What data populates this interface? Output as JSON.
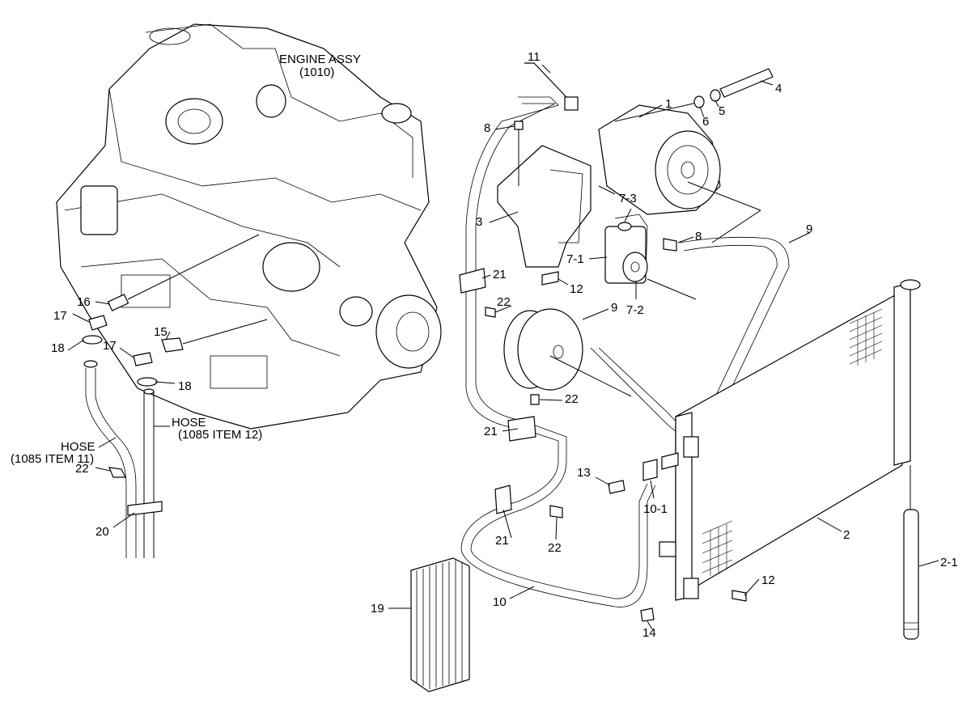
{
  "engine": {
    "title": "ENGINE ASSY",
    "ref": "(1010)"
  },
  "hoses": {
    "hose_12_title": "HOSE",
    "hose_12_ref": "(1085 ITEM 12)",
    "hose_11_title": "HOSE",
    "hose_11_ref": "(1085 ITEM 11)"
  },
  "callouts": {
    "c11": "11",
    "c4": "4",
    "c5": "5",
    "c6": "6",
    "c1": "1",
    "c8a": "8",
    "c9a": "9",
    "c7_3": "7-3",
    "c3": "3",
    "c8b": "8",
    "c7_1": "7-1",
    "c21a": "21",
    "c12a": "12",
    "c7_2": "7-2",
    "c22a": "22",
    "c9b": "9",
    "c16": "16",
    "c17a": "17",
    "c15": "15",
    "c18a": "18",
    "c17b": "17",
    "c18b": "18",
    "c22b": "22",
    "c21b": "21",
    "c13": "13",
    "c10_1": "10-1",
    "c22c": "22",
    "c2": "2",
    "c2_1": "2-1",
    "c20": "20",
    "c21c": "21",
    "c22d": "22",
    "c12b": "12",
    "c19": "19",
    "c10": "10",
    "c14": "14"
  }
}
